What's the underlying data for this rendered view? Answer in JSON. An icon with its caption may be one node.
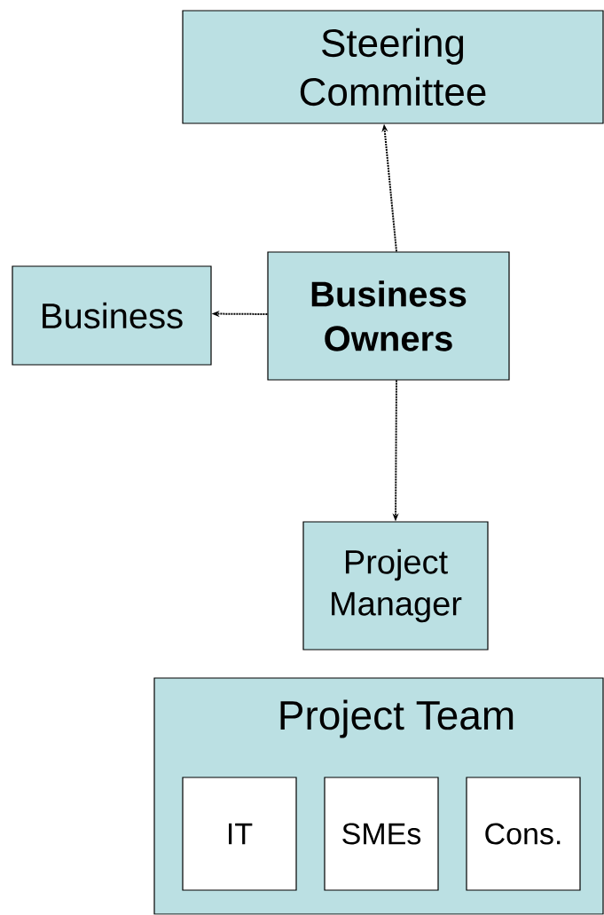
{
  "diagram": {
    "nodes": [
      {
        "text": [
          "Steering Committee"
        ]
      },
      {
        "text": [
          "Business"
        ]
      },
      {
        "text": [
          "Business Owners"
        ]
      },
      {
        "text": [
          "Project Manager"
        ]
      },
      {
        "text": [
          "Project Team"
        ]
      },
      {
        "text": [
          "IT"
        ],
        "in": 4
      },
      {
        "text": [
          "SMEs"
        ],
        "in": 4
      },
      {
        "text": [
          "Cons."
        ],
        "in": 4
      }
    ],
    "edges": [
      {
        "from": 2,
        "to": 0,
        "arrow": "to",
        "style": "dashed"
      },
      {
        "from": 2,
        "to": 1,
        "arrow": "to",
        "style": "dashed"
      },
      {
        "from": 2,
        "to": 3,
        "arrow": "to",
        "style": "dashed"
      }
    ]
  }
}
